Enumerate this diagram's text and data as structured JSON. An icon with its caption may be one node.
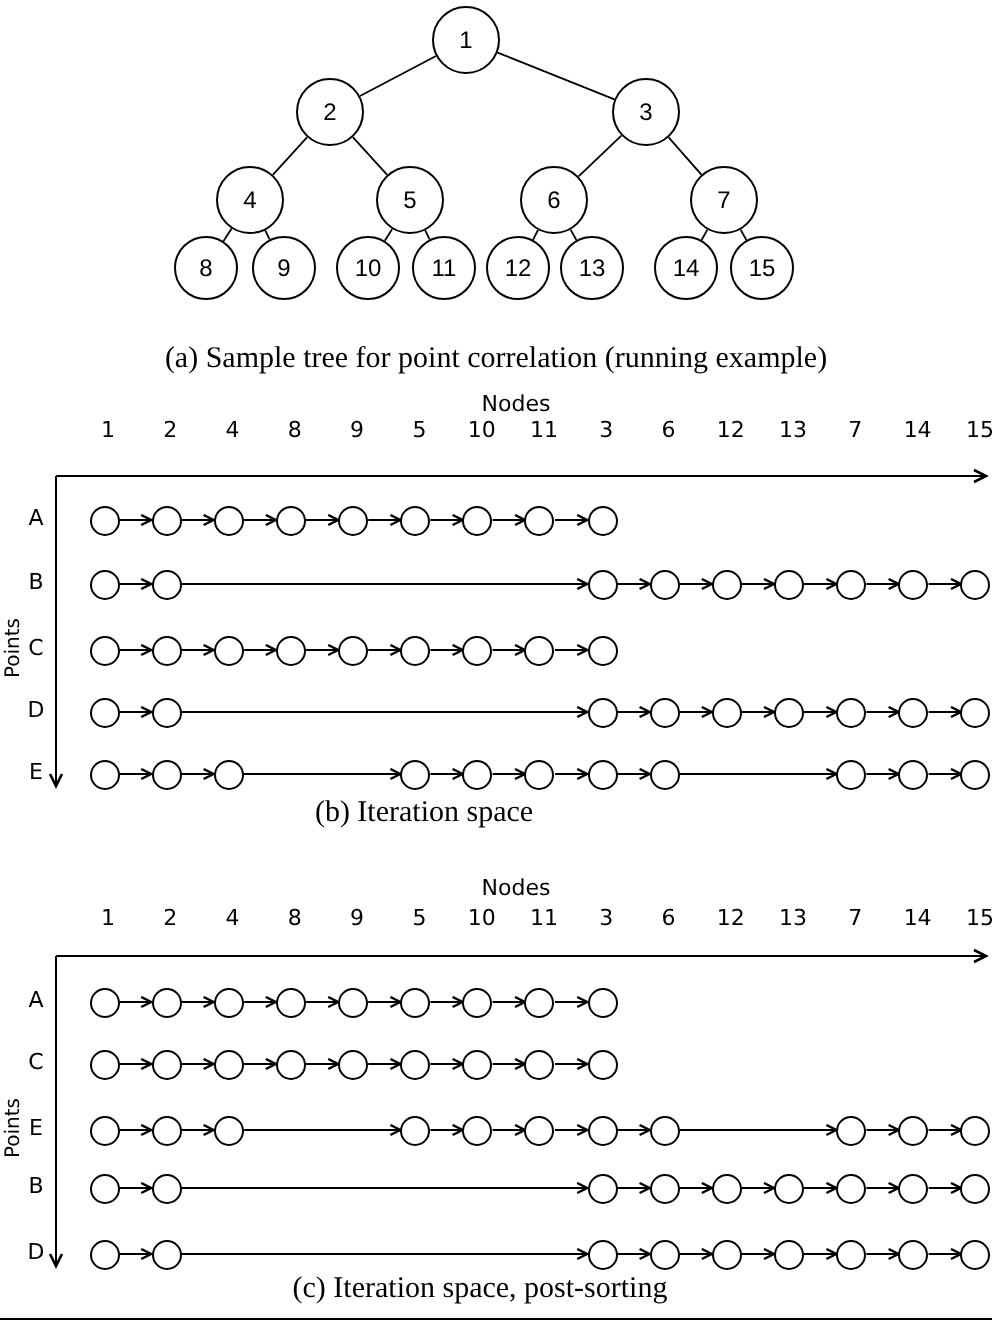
{
  "diagram": {
    "nodes": [
      {
        "text": [
          "1"
        ]
      },
      {
        "text": [
          "2"
        ]
      },
      {
        "text": [
          "3"
        ]
      },
      {
        "text": [
          "4"
        ]
      },
      {
        "text": [
          "5"
        ]
      },
      {
        "text": [
          "6"
        ]
      },
      {
        "text": [
          "7"
        ]
      },
      {
        "text": [
          "8"
        ]
      },
      {
        "text": [
          "9"
        ]
      },
      {
        "text": [
          "10"
        ]
      },
      {
        "text": [
          "11"
        ]
      },
      {
        "text": [
          "12"
        ]
      },
      {
        "text": [
          "13"
        ]
      },
      {
        "text": [
          "14"
        ]
      },
      {
        "text": [
          "15"
        ]
      },
      {
        "text": [],
        "shape": "circle"
      },
      {
        "text": [],
        "shape": "circle"
      },
      {
        "text": [],
        "shape": "circle"
      },
      {
        "text": [],
        "shape": "circle"
      },
      {
        "text": [],
        "shape": "circle"
      },
      {
        "text": [],
        "shape": "circle"
      },
      {
        "text": [],
        "shape": "circle"
      },
      {
        "text": [],
        "shape": "circle"
      },
      {
        "text": [],
        "shape": "circle"
      },
      {
        "text": [],
        "shape": "circle"
      },
      {
        "text": [],
        "shape": "circle"
      },
      {
        "text": [],
        "shape": "circle"
      },
      {
        "text": [],
        "shape": "circle"
      },
      {
        "text": [],
        "shape": "circle"
      },
      {
        "text": [],
        "shape": "circle"
      },
      {
        "text": [],
        "shape": "circle"
      },
      {
        "text": [],
        "shape": "circle"
      },
      {
        "text": [],
        "shape": "circle"
      },
      {
        "text": [],
        "shape": "circle"
      },
      {
        "text": [],
        "shape": "circle"
      },
      {
        "text": [],
        "shape": "circle"
      },
      {
        "text": [],
        "shape": "circle"
      },
      {
        "text": [],
        "shape": "circle"
      },
      {
        "text": [],
        "shape": "circle"
      },
      {
        "text": [],
        "shape": "circle"
      },
      {
        "text": [],
        "shape": "circle"
      },
      {
        "text": [],
        "shape": "circle"
      },
      {
        "text": [],
        "shape": "circle"
      },
      {
        "text": [],
        "shape": "circle"
      },
      {
        "text": [],
        "shape": "circle"
      },
      {
        "text": [],
        "shape": "circle"
      },
      {
        "text": [],
        "shape": "circle"
      },
      {
        "text": [],
        "shape": "circle"
      },
      {
        "text": [],
        "shape": "circle"
      },
      {
        "text": [],
        "shape": "circle"
      },
      {
        "text": [],
        "shape": "circle"
      },
      {
        "text": [],
        "shape": "circle"
      },
      {
        "text": [],
        "shape": "circle"
      },
      {
        "text": [],
        "shape": "circle"
      },
      {
        "text": [],
        "shape": "circle"
      },
      {
        "text": [],
        "shape": "circle"
      },
      {
        "text": [],
        "shape": "circle"
      },
      {
        "text": [],
        "shape": "circle"
      },
      {
        "text": [],
        "shape": "circle"
      },
      {
        "text": [],
        "shape": "circle"
      },
      {
        "text": [],
        "shape": "circle"
      },
      {
        "text": [],
        "shape": "circle"
      },
      {
        "text": [],
        "shape": "circle"
      },
      {
        "text": [],
        "shape": "circle"
      },
      {
        "text": [],
        "shape": "circle"
      },
      {
        "text": [],
        "shape": "circle"
      },
      {
        "text": [],
        "shape": "circle"
      },
      {
        "text": [],
        "shape": "circle"
      },
      {
        "text": [],
        "shape": "circle"
      },
      {
        "text": [],
        "shape": "circle"
      },
      {
        "text": [],
        "shape": "circle"
      },
      {
        "text": [],
        "shape": "circle"
      },
      {
        "text": [],
        "shape": "circle"
      },
      {
        "text": [],
        "shape": "circle"
      },
      {
        "text": [],
        "shape": "circle"
      },
      {
        "text": [],
        "shape": "circle"
      },
      {
        "text": [],
        "shape": "circle"
      },
      {
        "text": [],
        "shape": "circle"
      },
      {
        "text": [],
        "shape": "circle"
      },
      {
        "text": [],
        "shape": "circle"
      },
      {
        "text": [],
        "shape": "circle"
      },
      {
        "text": [],
        "shape": "circle"
      },
      {
        "text": [],
        "shape": "circle"
      },
      {
        "text": [],
        "shape": "circle"
      },
      {
        "text": [],
        "shape": "circle"
      },
      {
        "text": [],
        "shape": "circle"
      },
      {
        "text": [],
        "shape": "circle"
      },
      {
        "text": [],
        "shape": "circle"
      },
      {
        "text": [],
        "shape": "circle"
      },
      {
        "text": [],
        "shape": "circle"
      },
      {
        "text": [],
        "shape": "circle"
      },
      {
        "text": [],
        "shape": "circle"
      },
      {
        "text": [],
        "shape": "circle"
      },
      {
        "text": [],
        "shape": "circle"
      },
      {
        "text": [],
        "shape": "circle"
      },
      {
        "text": [],
        "shape": "circle"
      },
      {
        "text": [],
        "shape": "circle"
      },
      {
        "text": [],
        "shape": "circle"
      },
      {
        "text": [],
        "shape": "circle"
      },
      {
        "text": [],
        "shape": "circle"
      },
      {
        "text": [],
        "shape": "circle"
      },
      {
        "text": [],
        "shape": "circle"
      },
      {
        "text": [],
        "shape": "circle"
      },
      {
        "text": [],
        "shape": "circle"
      },
      {
        "text": [],
        "shape": "circle"
      },
      {
        "text": [],
        "shape": "circle"
      },
      {
        "text": [],
        "shape": "circle"
      },
      {
        "text": [],
        "shape": "circle"
      },
      {
        "text": [],
        "shape": "circle"
      }
    ],
    "edges": [
      {
        "from": 0,
        "to": 1,
        "arrow": "none"
      },
      {
        "from": 0,
        "to": 2,
        "arrow": "none"
      },
      {
        "from": 1,
        "to": 3,
        "arrow": "none"
      },
      {
        "from": 1,
        "to": 4,
        "arrow": "none"
      },
      {
        "from": 2,
        "to": 5,
        "arrow": "none"
      },
      {
        "from": 2,
        "to": 6,
        "arrow": "none"
      },
      {
        "from": 3,
        "to": 7,
        "arrow": "none"
      },
      {
        "from": 3,
        "to": 8,
        "arrow": "none"
      },
      {
        "from": 4,
        "to": 9,
        "arrow": "none"
      },
      {
        "from": 4,
        "to": 10,
        "arrow": "none"
      },
      {
        "from": 5,
        "to": 11,
        "arrow": "none"
      },
      {
        "from": 5,
        "to": 12,
        "arrow": "none"
      },
      {
        "from": 6,
        "to": 13,
        "arrow": "none"
      },
      {
        "from": 6,
        "to": 14,
        "arrow": "none"
      },
      {
        "from": 15,
        "to": 16,
        "arrow": "to"
      },
      {
        "from": 16,
        "to": 17,
        "arrow": "to"
      },
      {
        "from": 17,
        "to": 18,
        "arrow": "to"
      },
      {
        "from": 18,
        "to": 19,
        "arrow": "to"
      },
      {
        "from": 19,
        "to": 20,
        "arrow": "to"
      },
      {
        "from": 20,
        "to": 21,
        "arrow": "to"
      },
      {
        "from": 21,
        "to": 22,
        "arrow": "to"
      },
      {
        "from": 22,
        "to": 23,
        "arrow": "to"
      },
      {
        "from": 24,
        "to": 25,
        "arrow": "to"
      },
      {
        "from": 25,
        "to": 26,
        "arrow": "to"
      },
      {
        "from": 26,
        "to": 27,
        "arrow": "to"
      },
      {
        "from": 27,
        "to": 28,
        "arrow": "to"
      },
      {
        "from": 28,
        "to": 29,
        "arrow": "to"
      },
      {
        "from": 29,
        "to": 30,
        "arrow": "to"
      },
      {
        "from": 30,
        "to": 31,
        "arrow": "to"
      },
      {
        "from": 31,
        "to": 32,
        "arrow": "to"
      },
      {
        "from": 33,
        "to": 34,
        "arrow": "to"
      },
      {
        "from": 34,
        "to": 35,
        "arrow": "to"
      },
      {
        "from": 35,
        "to": 36,
        "arrow": "to"
      },
      {
        "from": 36,
        "to": 37,
        "arrow": "to"
      },
      {
        "from": 37,
        "to": 38,
        "arrow": "to"
      },
      {
        "from": 38,
        "to": 39,
        "arrow": "to"
      },
      {
        "from": 39,
        "to": 40,
        "arrow": "to"
      },
      {
        "from": 40,
        "to": 41,
        "arrow": "to"
      },
      {
        "from": 42,
        "to": 43,
        "arrow": "to"
      },
      {
        "from": 43,
        "to": 44,
        "arrow": "to"
      },
      {
        "from": 44,
        "to": 45,
        "arrow": "to"
      },
      {
        "from": 45,
        "to": 46,
        "arrow": "to"
      },
      {
        "from": 46,
        "to": 47,
        "arrow": "to"
      },
      {
        "from": 47,
        "to": 48,
        "arrow": "to"
      },
      {
        "from": 48,
        "to": 49,
        "arrow": "to"
      },
      {
        "from": 49,
        "to": 50,
        "arrow": "to"
      },
      {
        "from": 51,
        "to": 52,
        "arrow": "to"
      },
      {
        "from": 52,
        "to": 53,
        "arrow": "to"
      },
      {
        "from": 53,
        "to": 54,
        "arrow": "to"
      },
      {
        "from": 54,
        "to": 55,
        "arrow": "to"
      },
      {
        "from": 55,
        "to": 56,
        "arrow": "to"
      },
      {
        "from": 56,
        "to": 57,
        "arrow": "to"
      },
      {
        "from": 57,
        "to": 58,
        "arrow": "to"
      },
      {
        "from": 58,
        "to": 59,
        "arrow": "to"
      },
      {
        "from": 59,
        "to": 60,
        "arrow": "to"
      },
      {
        "from": 60,
        "to": 61,
        "arrow": "to"
      },
      {
        "from": 62,
        "to": 63,
        "arrow": "to"
      },
      {
        "from": 63,
        "to": 64,
        "arrow": "to"
      },
      {
        "from": 64,
        "to": 65,
        "arrow": "to"
      },
      {
        "from": 65,
        "to": 66,
        "arrow": "to"
      },
      {
        "from": 66,
        "to": 67,
        "arrow": "to"
      },
      {
        "from": 67,
        "to": 68,
        "arrow": "to"
      },
      {
        "from": 68,
        "to": 69,
        "arrow": "to"
      },
      {
        "from": 69,
        "to": 70,
        "arrow": "to"
      },
      {
        "from": 71,
        "to": 72,
        "arrow": "to"
      },
      {
        "from": 72,
        "to": 73,
        "arrow": "to"
      },
      {
        "from": 73,
        "to": 74,
        "arrow": "to"
      },
      {
        "from": 74,
        "to": 75,
        "arrow": "to"
      },
      {
        "from": 75,
        "to": 76,
        "arrow": "to"
      },
      {
        "from": 76,
        "to": 77,
        "arrow": "to"
      },
      {
        "from": 77,
        "to": 78,
        "arrow": "to"
      },
      {
        "from": 78,
        "to": 79,
        "arrow": "to"
      },
      {
        "from": 80,
        "to": 81,
        "arrow": "to"
      },
      {
        "from": 81,
        "to": 82,
        "arrow": "to"
      },
      {
        "from": 82,
        "to": 83,
        "arrow": "to"
      },
      {
        "from": 83,
        "to": 84,
        "arrow": "to"
      },
      {
        "from": 84,
        "to": 85,
        "arrow": "to"
      },
      {
        "from": 85,
        "to": 86,
        "arrow": "to"
      },
      {
        "from": 86,
        "to": 87,
        "arrow": "to"
      },
      {
        "from": 87,
        "to": 88,
        "arrow": "to"
      },
      {
        "from": 88,
        "to": 89,
        "arrow": "to"
      },
      {
        "from": 89,
        "to": 90,
        "arrow": "to"
      },
      {
        "from": 91,
        "to": 92,
        "arrow": "to"
      },
      {
        "from": 92,
        "to": 93,
        "arrow": "to"
      },
      {
        "from": 93,
        "to": 94,
        "arrow": "to"
      },
      {
        "from": 94,
        "to": 95,
        "arrow": "to"
      },
      {
        "from": 95,
        "to": 96,
        "arrow": "to"
      },
      {
        "from": 96,
        "to": 97,
        "arrow": "to"
      },
      {
        "from": 97,
        "to": 98,
        "arrow": "to"
      },
      {
        "from": 98,
        "to": 99,
        "arrow": "to"
      },
      {
        "from": 100,
        "to": 101,
        "arrow": "to"
      },
      {
        "from": 101,
        "to": 102,
        "arrow": "to"
      },
      {
        "from": 102,
        "to": 103,
        "arrow": "to"
      },
      {
        "from": 103,
        "to": 104,
        "arrow": "to"
      },
      {
        "from": 104,
        "to": 105,
        "arrow": "to"
      },
      {
        "from": 105,
        "to": 106,
        "arrow": "to"
      },
      {
        "from": 106,
        "to": 107,
        "arrow": "to"
      },
      {
        "from": 107,
        "to": 108,
        "arrow": "to"
      }
    ],
    "labels": [
      "(a) Sample tree for point correlation (running example)",
      "Nodes",
      "1",
      "2",
      "4",
      "8",
      "9",
      "5",
      "10",
      "11",
      "3",
      "6",
      "12",
      "13",
      "7",
      "14",
      "15",
      "A",
      "B",
      "C",
      "D",
      "E",
      "Points",
      "(b) Iteration space",
      "Nodes",
      "1",
      "2",
      "4",
      "8",
      "9",
      "5",
      "10",
      "11",
      "3",
      "6",
      "12",
      "13",
      "7",
      "14",
      "15",
      "A",
      "C",
      "E",
      "B",
      "D",
      "Points",
      "(c) Iteration space, post-sorting"
    ]
  }
}
